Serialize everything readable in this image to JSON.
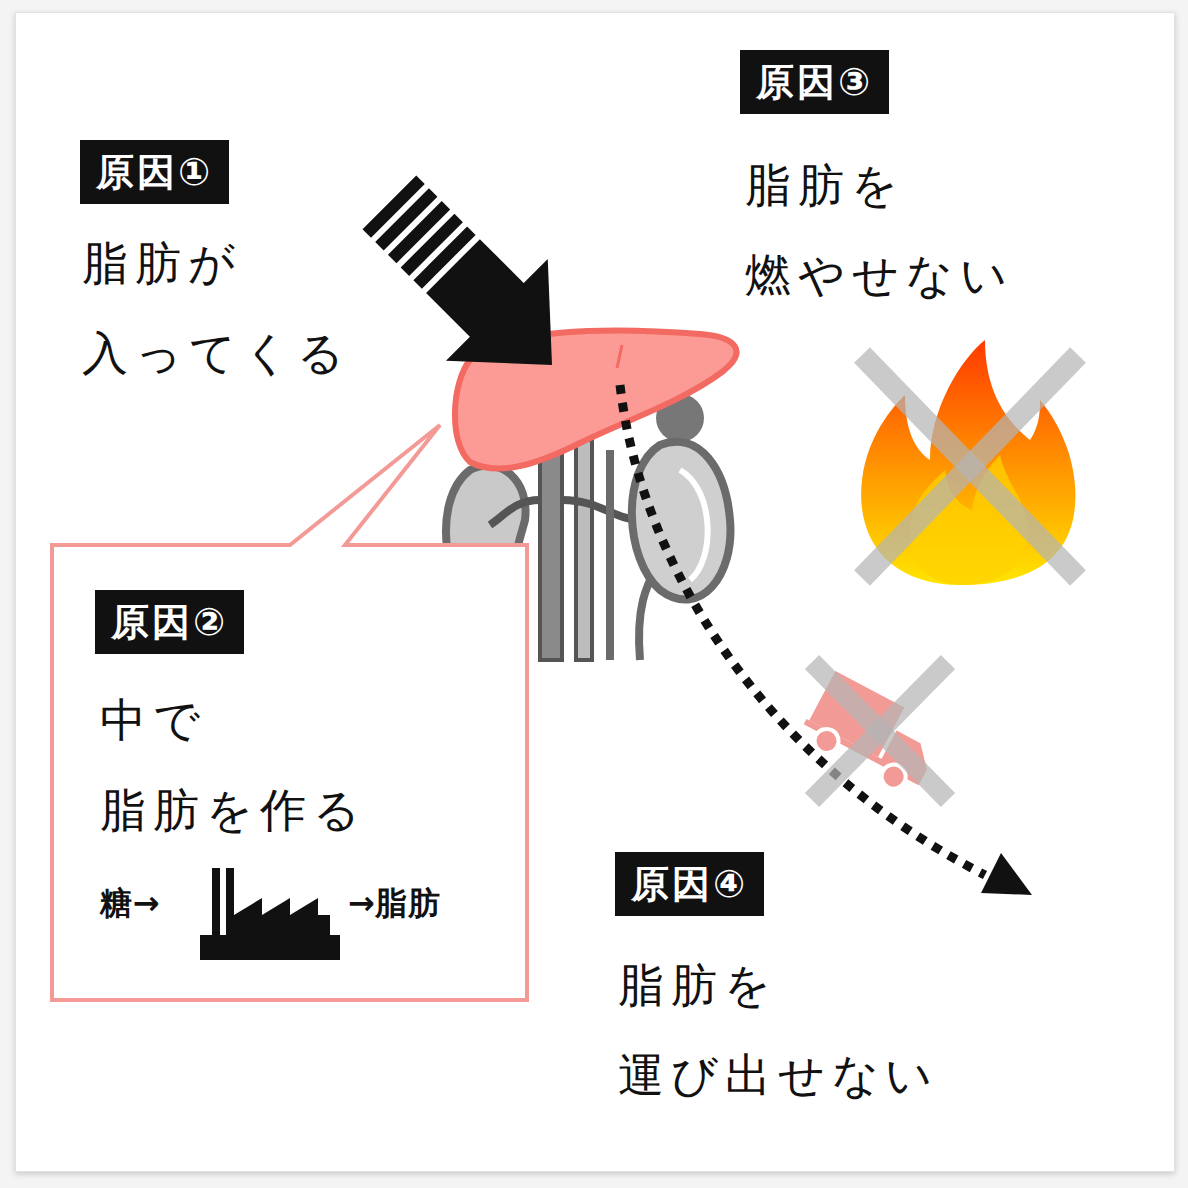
{
  "diagram": {
    "nodes": [
      {
        "text": [
          "原因①"
        ]
      },
      {
        "text": [
          "中で 脂肪を作る",
          "糖→",
          "→脂肪"
        ]
      },
      {
        "text": [
          "原因②"
        ],
        "in": 1
      },
      {
        "text": [
          "原因③"
        ]
      },
      {
        "text": [
          "原因④"
        ]
      }
    ],
    "labels": [
      "脂肪が 入ってくる",
      "脂肪を 燃やせない",
      "脂肪を 運び出せない"
    ]
  }
}
